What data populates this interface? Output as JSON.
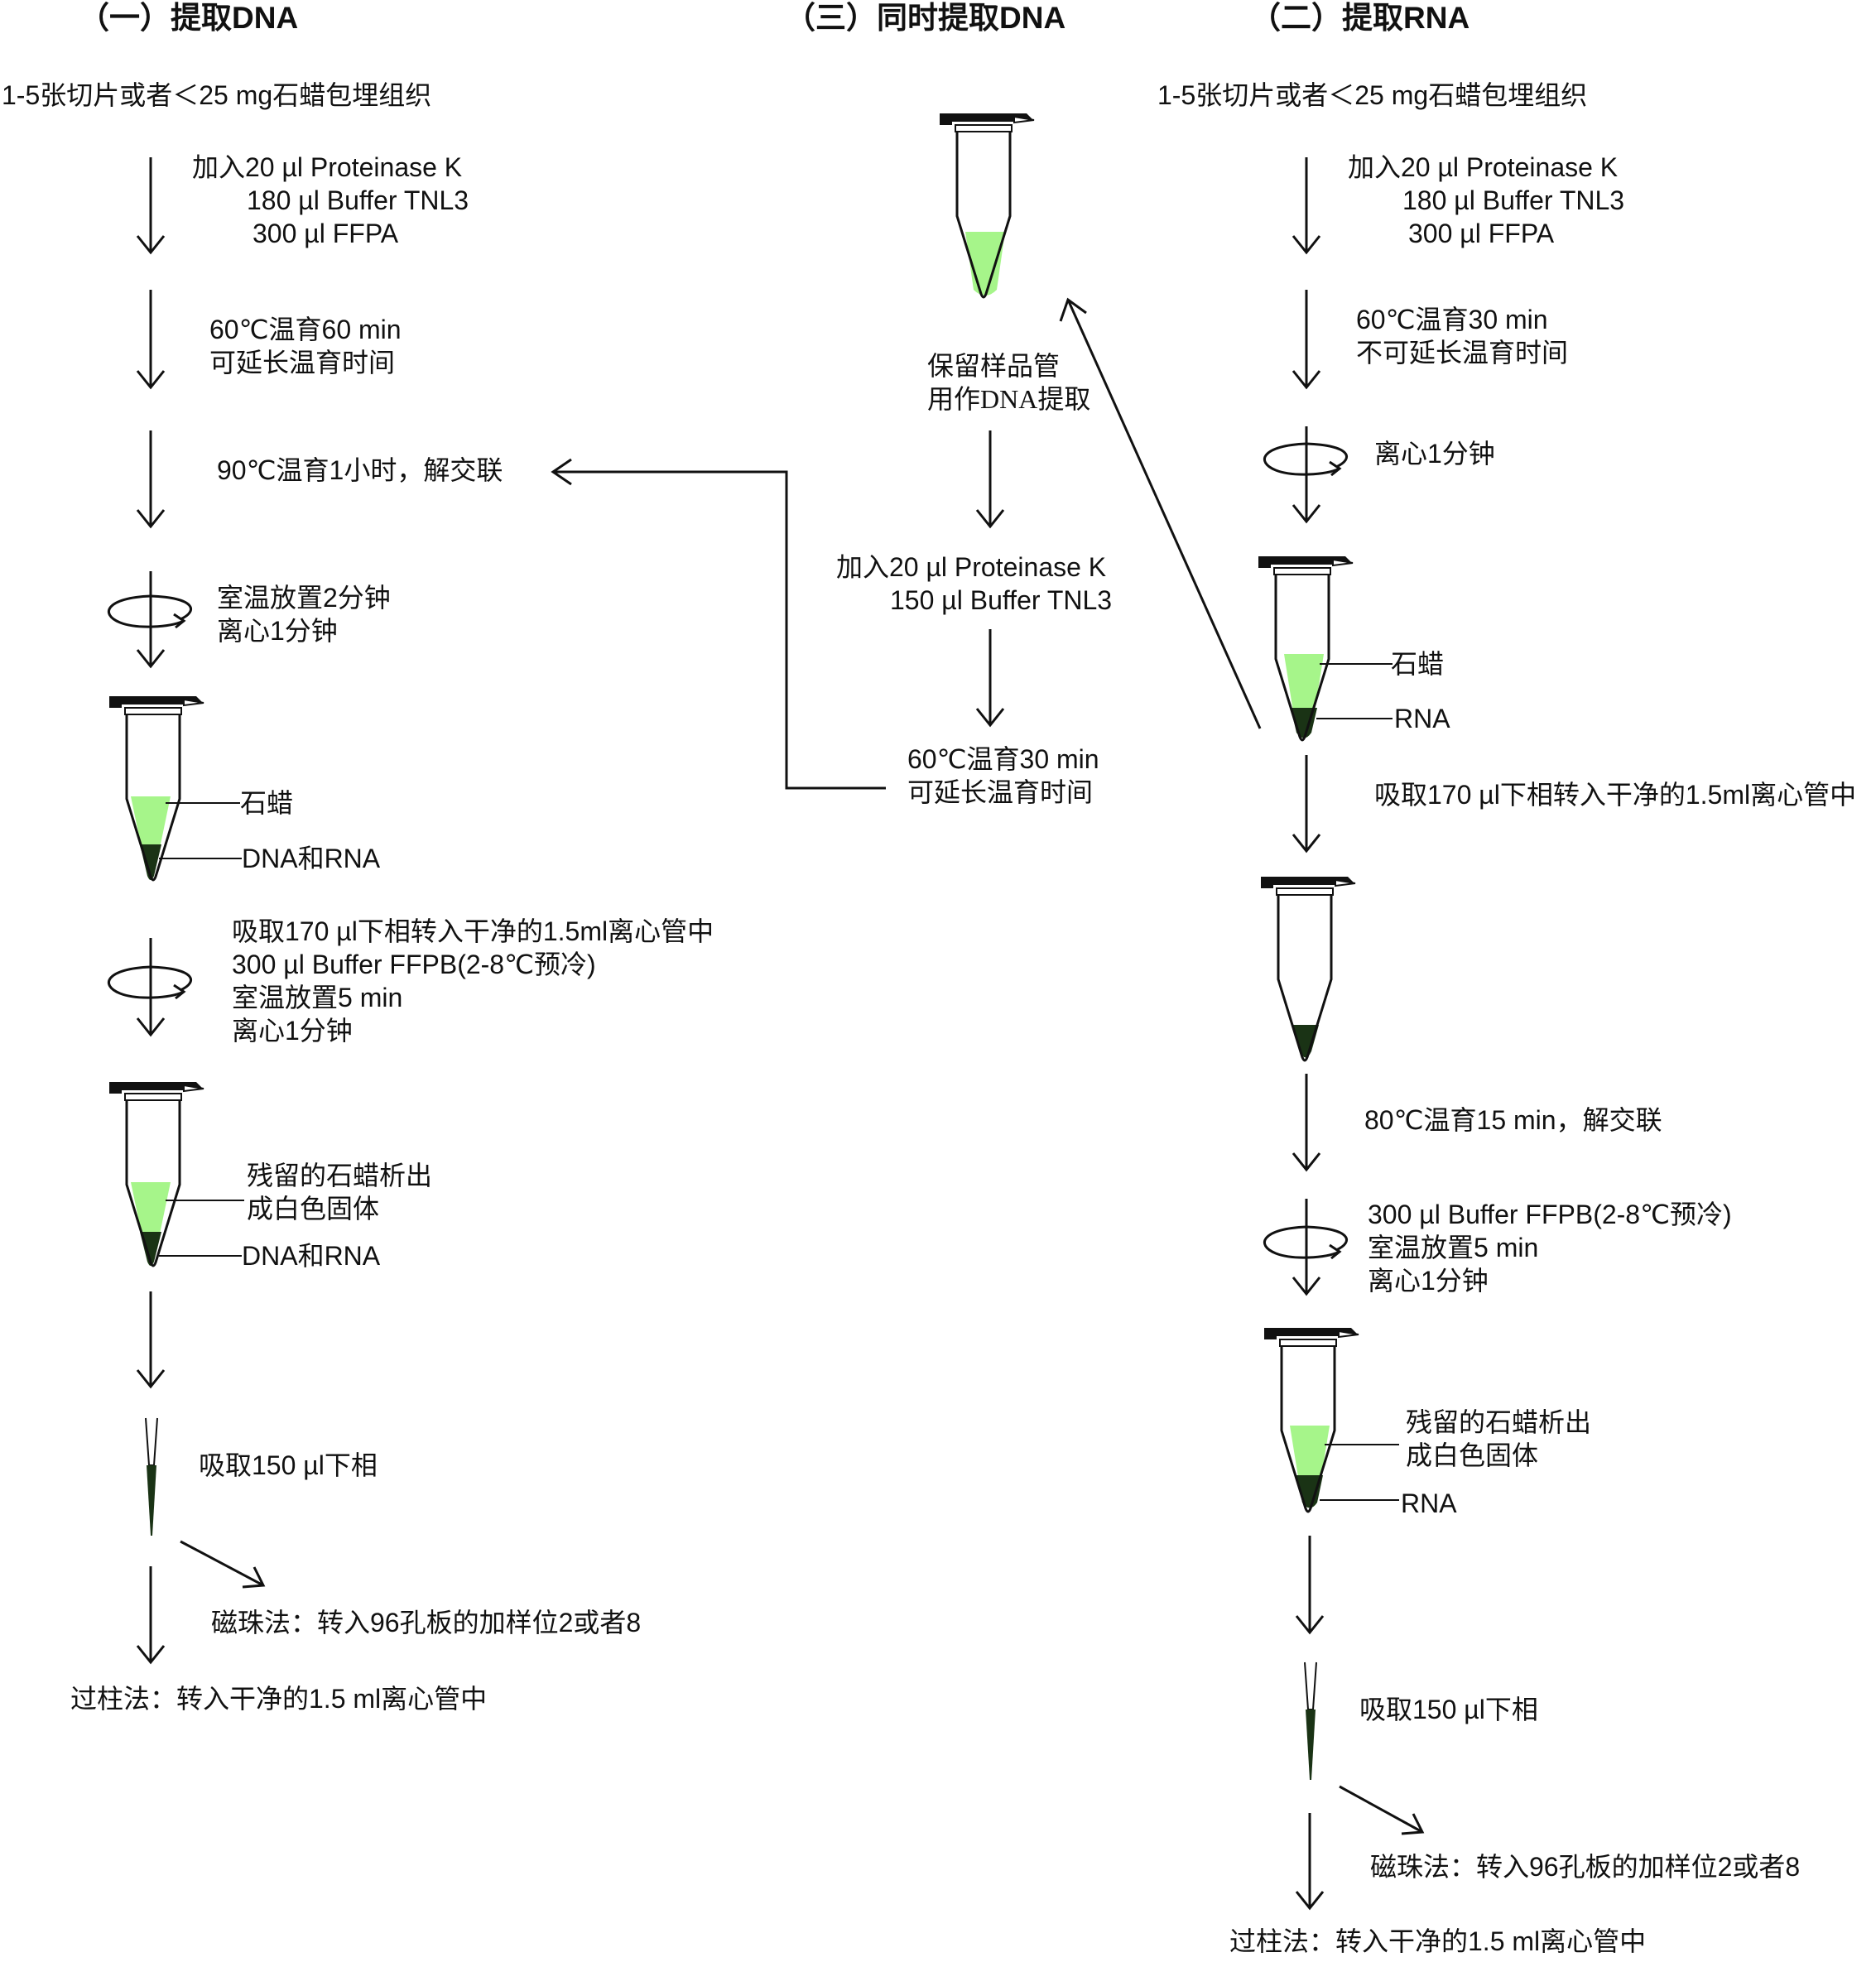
{
  "headers": {
    "dna": "（一）提取DNA",
    "simultaneous": "（三）同时提取DNA",
    "rna": "（二）提取RNA"
  },
  "dna": {
    "input": "1-5张切片或者＜25 mg石蜡包埋组织",
    "step1": [
      "加入20 µl Proteinase K",
      "180 µl Buffer TNL3",
      "300 µl FFPA"
    ],
    "step2": [
      "60℃温育60 min",
      "可延长温育时间"
    ],
    "step3": "90℃温育1小时，解交联",
    "step4": [
      "室温放置2分钟",
      "离心1分钟"
    ],
    "tube1": {
      "upper": "石蜡",
      "lower": "DNA和RNA"
    },
    "step5": [
      "吸取170 µl下相转入干净的1.5ml离心管中",
      "300 µl Buffer FFPB(2-8℃预冷)",
      "室温放置5 min",
      "离心1分钟"
    ],
    "tube2": {
      "upper": [
        "残留的石蜡析出",
        "成白色固体"
      ],
      "lower": "DNA和RNA"
    },
    "pipette": "吸取150 µl下相",
    "beads": "磁珠法：转入96孔板的加样位2或者8",
    "column": "过柱法：转入干净的1.5 ml离心管中"
  },
  "simultaneous": {
    "keep": [
      "保留样品管",
      "用作DNA提取"
    ],
    "step1": [
      "加入20 µl Proteinase K",
      "150 µl Buffer TNL3"
    ],
    "step2": [
      "60℃温育30 min",
      "可延长温育时间"
    ]
  },
  "rna": {
    "input": "1-5张切片或者＜25 mg石蜡包埋组织",
    "step1": [
      "加入20 µl Proteinase K",
      "180 µl Buffer TNL3",
      "300 µl FFPA"
    ],
    "step2": [
      "60℃温育30 min",
      "不可延长温育时间"
    ],
    "step3": "离心1分钟",
    "tube1": {
      "upper": "石蜡",
      "lower": "RNA"
    },
    "step4": "吸取170 µl下相转入干净的1.5ml离心管中",
    "step5": "80℃温育15 min，解交联",
    "step6": [
      "300 µl Buffer FFPB(2-8℃预冷)",
      "室温放置5 min",
      "离心1分钟"
    ],
    "tube3": {
      "upper": [
        "残留的石蜡析出",
        "成白色固体"
      ],
      "lower": "RNA"
    },
    "pipette": "吸取150 µl下相",
    "beads": "磁珠法：转入96孔板的加样位2或者8",
    "column": "过柱法：转入干净的1.5 ml离心管中"
  },
  "colors": {
    "paraffin": "#a6f58a",
    "pellet": "#1a3315",
    "line": "#111111"
  }
}
